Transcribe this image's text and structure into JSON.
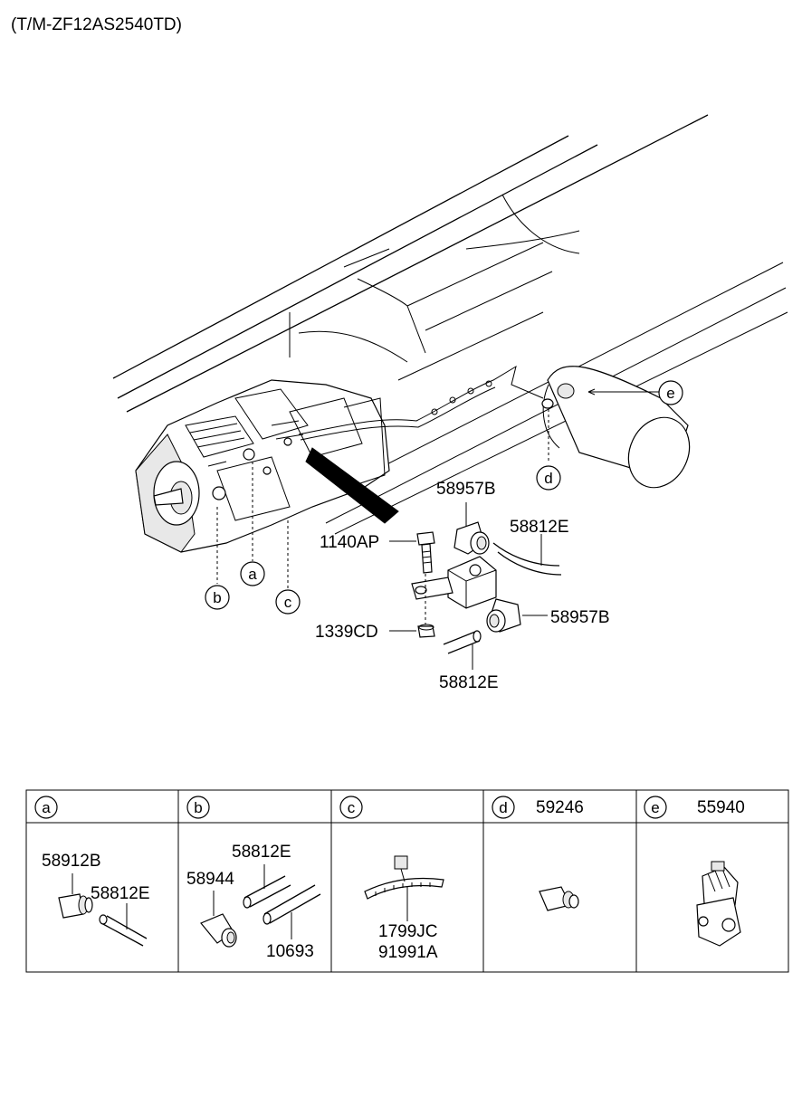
{
  "title": "(T/M-ZF12AS2540TD)",
  "callouts": {
    "a": "a",
    "b": "b",
    "c": "c",
    "d": "d",
    "e": "e"
  },
  "main_labels": {
    "p58957B_top": "58957B",
    "p58812E_top": "58812E",
    "p1140AP": "1140AP",
    "p1339CD": "1339CD",
    "p58957B_right": "58957B",
    "p58812E_bottom": "58812E"
  },
  "table": {
    "cells": [
      {
        "key": "a",
        "header_part": "",
        "parts": [
          "58912B",
          "58812E"
        ]
      },
      {
        "key": "b",
        "header_part": "",
        "parts": [
          "58812E",
          "58944",
          "10693"
        ]
      },
      {
        "key": "c",
        "header_part": "",
        "parts": [
          "1799JC",
          "91991A"
        ]
      },
      {
        "key": "d",
        "header_part": "59246",
        "parts": []
      },
      {
        "key": "e",
        "header_part": "55940",
        "parts": []
      }
    ]
  },
  "colors": {
    "line": "#000000",
    "background": "#ffffff"
  }
}
